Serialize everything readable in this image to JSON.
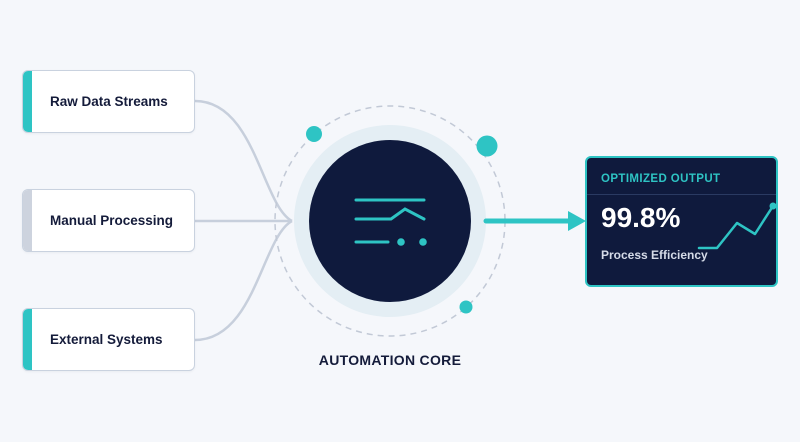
{
  "inputs": [
    {
      "label": "Raw Data Streams",
      "accent": "#2ec4c4"
    },
    {
      "label": "Manual Processing",
      "accent": "#cdd3de"
    },
    {
      "label": "External Systems",
      "accent": "#2ec4c4"
    }
  ],
  "core": {
    "label": "AUTOMATION CORE",
    "icon": "sliders-trend-icon"
  },
  "output": {
    "header": "OPTIMIZED OUTPUT",
    "value": "99.8%",
    "subtitle": "Process Efficiency",
    "sparkline_icon": "trend-up-icon"
  },
  "colors": {
    "accent": "#2ec4c4",
    "navy": "#0f1a3d",
    "connector": "#c7cfdc",
    "background": "#f5f7fb"
  }
}
